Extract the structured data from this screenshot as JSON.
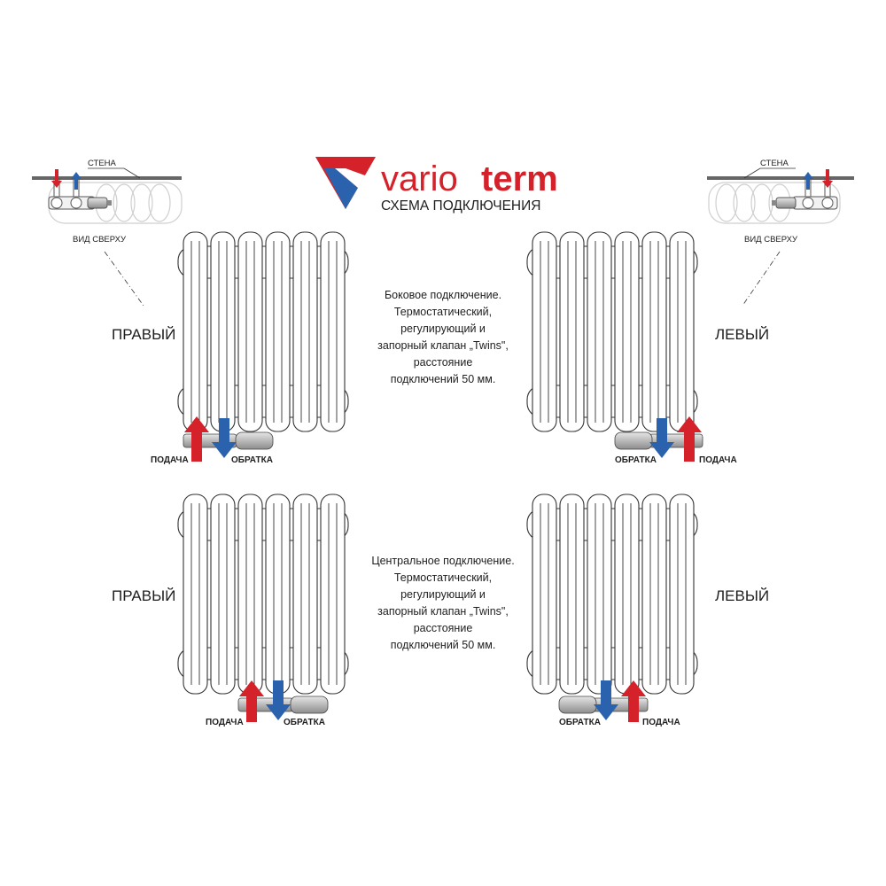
{
  "brand": {
    "name_light": "vario",
    "name_bold": "term",
    "subtitle": "СХЕМА ПОДКЛЮЧЕНИЯ",
    "colors": {
      "red": "#d4212a",
      "blue": "#2b62ae"
    }
  },
  "top_view": {
    "wall_label": "СТЕНА",
    "view_label": "ВИД СВЕРХУ"
  },
  "sections": [
    {
      "description": [
        "Боковое подключение.",
        "Термостатический,",
        "регулирующий и",
        "запорный клапан „Twins\",",
        "расстояние",
        "подключений 50 мм."
      ],
      "right_label": "ПРАВЫЙ",
      "left_label": "ЛЕВЫЙ"
    },
    {
      "description": [
        "Центральное подключение.",
        "Термостатический,",
        "регулирующий и",
        "запорный клапан „Twins\",",
        "расстояние",
        "подключений 50 мм."
      ],
      "right_label": "ПРАВЫЙ",
      "left_label": "ЛЕВЫЙ"
    }
  ],
  "flow_labels": {
    "supply": "ПОДАЧА",
    "return": "ОБРАТКА"
  }
}
